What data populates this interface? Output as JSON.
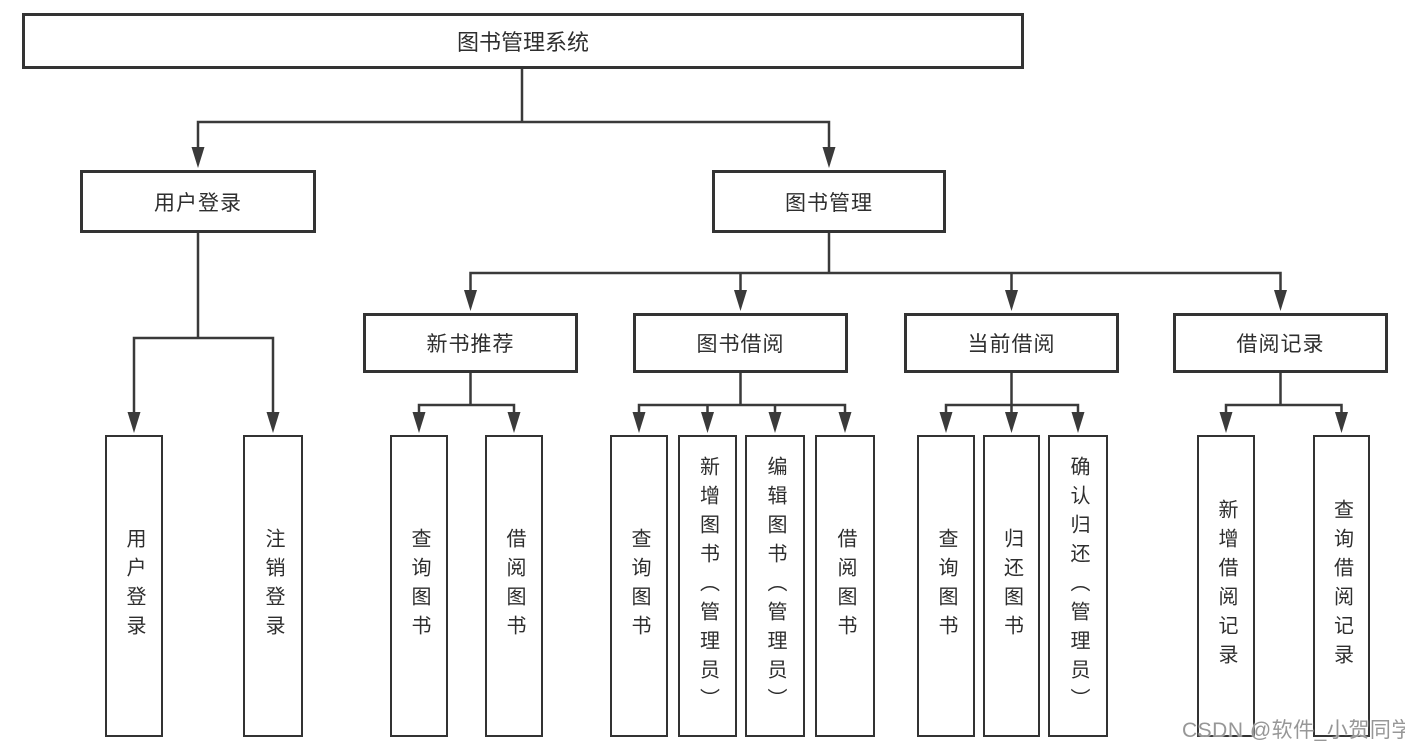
{
  "tree": {
    "root": "图书管理系统",
    "branches": [
      {
        "label": "用户登录",
        "children": [
          "用户登录",
          "注销登录"
        ]
      },
      {
        "label": "图书管理",
        "sections": [
          {
            "label": "新书推荐",
            "children": [
              "查询图书",
              "借阅图书"
            ]
          },
          {
            "label": "图书借阅",
            "children": [
              "查询图书",
              "新增图书（管理员）",
              "编辑图书（管理员）",
              "借阅图书"
            ]
          },
          {
            "label": "当前借阅",
            "children": [
              "查询图书",
              "归还图书",
              "确认归还（管理员）"
            ]
          },
          {
            "label": "借阅记录",
            "children": [
              "新增借阅记录",
              "查询借阅记录"
            ]
          }
        ]
      }
    ]
  },
  "watermark": {
    "text": "CSDN @软件_小贺同学"
  },
  "colors": {
    "line": "#3a3a3a",
    "border": "#333333",
    "text": "#2e2e2e",
    "background": "#ffffff",
    "watermark": "#808080"
  }
}
